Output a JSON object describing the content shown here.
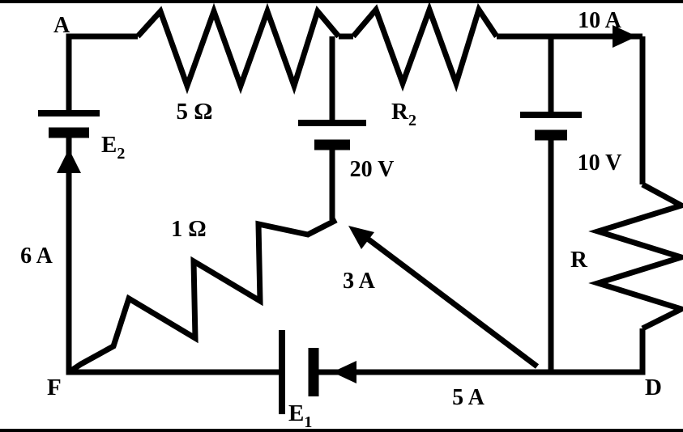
{
  "figure": {
    "type": "circuit-diagram",
    "ink_color": "#000000",
    "paper_color": "#ffffff"
  },
  "node_labels": {
    "a": "A",
    "f": "F",
    "d": "D"
  },
  "component_labels": {
    "resistor_top_left": "5 Ω",
    "resistor_top_right_base": "R",
    "resistor_top_right_sub": "2",
    "resistor_diagonal": "1 Ω",
    "resistor_right": "R",
    "battery_left_base": "E",
    "battery_left_sub": "2",
    "battery_bottom_base": "E",
    "battery_bottom_sub": "1",
    "battery_middle_voltage": "20 V",
    "battery_right_voltage": "10 V"
  },
  "current_labels": {
    "top_right": "10 A",
    "left": "6 A",
    "diagonal": "3 A",
    "bottom": "5 A"
  }
}
